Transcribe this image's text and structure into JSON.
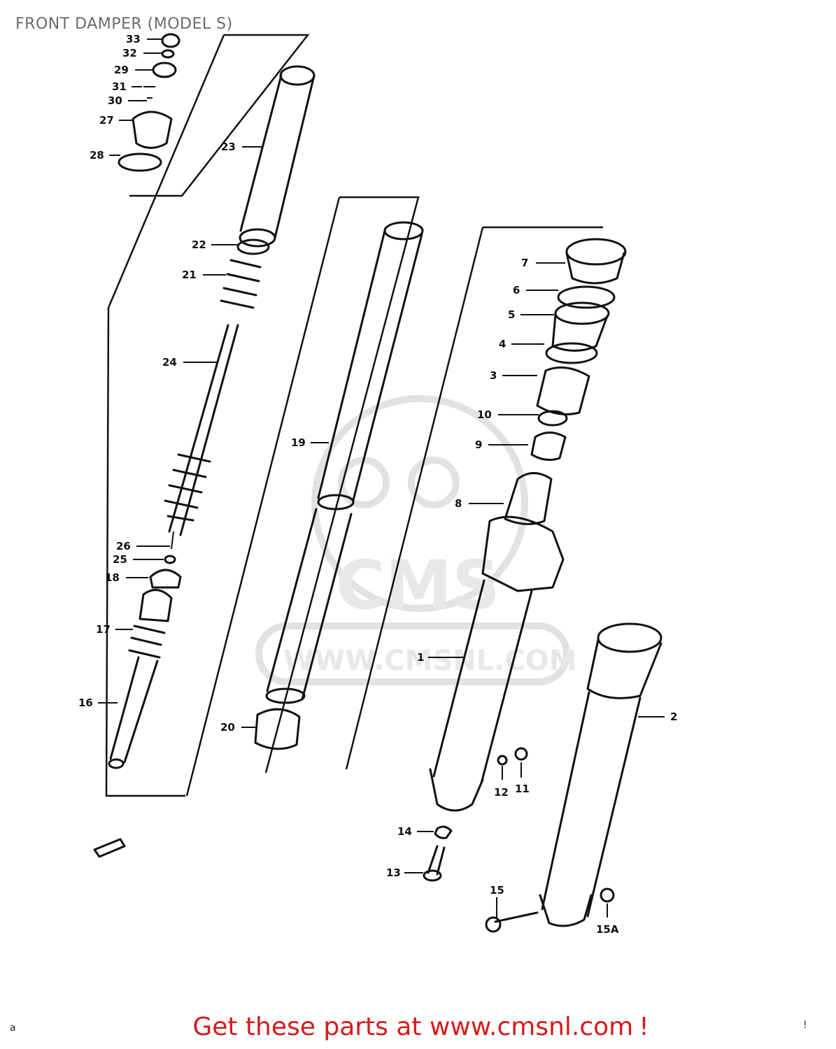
{
  "title": "FRONT DAMPER (MODEL S)",
  "watermark": {
    "brand": "CMS",
    "url": "WWW.CMSNL.COM"
  },
  "callouts": [
    "33",
    "32",
    "29",
    "31",
    "30",
    "27",
    "28",
    "23",
    "22",
    "21",
    "24",
    "26",
    "25",
    "18",
    "17",
    "16",
    "19",
    "20",
    "7",
    "6",
    "5",
    "4",
    "3",
    "10",
    "9",
    "8",
    "1",
    "2",
    "12",
    "11",
    "14",
    "13",
    "15",
    "15A"
  ],
  "footer": {
    "text": "Get these parts at www.cmsnl.com",
    "suffix": "!"
  },
  "corner_marks": {
    "left": "a",
    "right": "!"
  },
  "colors": {
    "footer": "#d61a1a",
    "title": "#6b6b6b",
    "line": "#111111"
  }
}
